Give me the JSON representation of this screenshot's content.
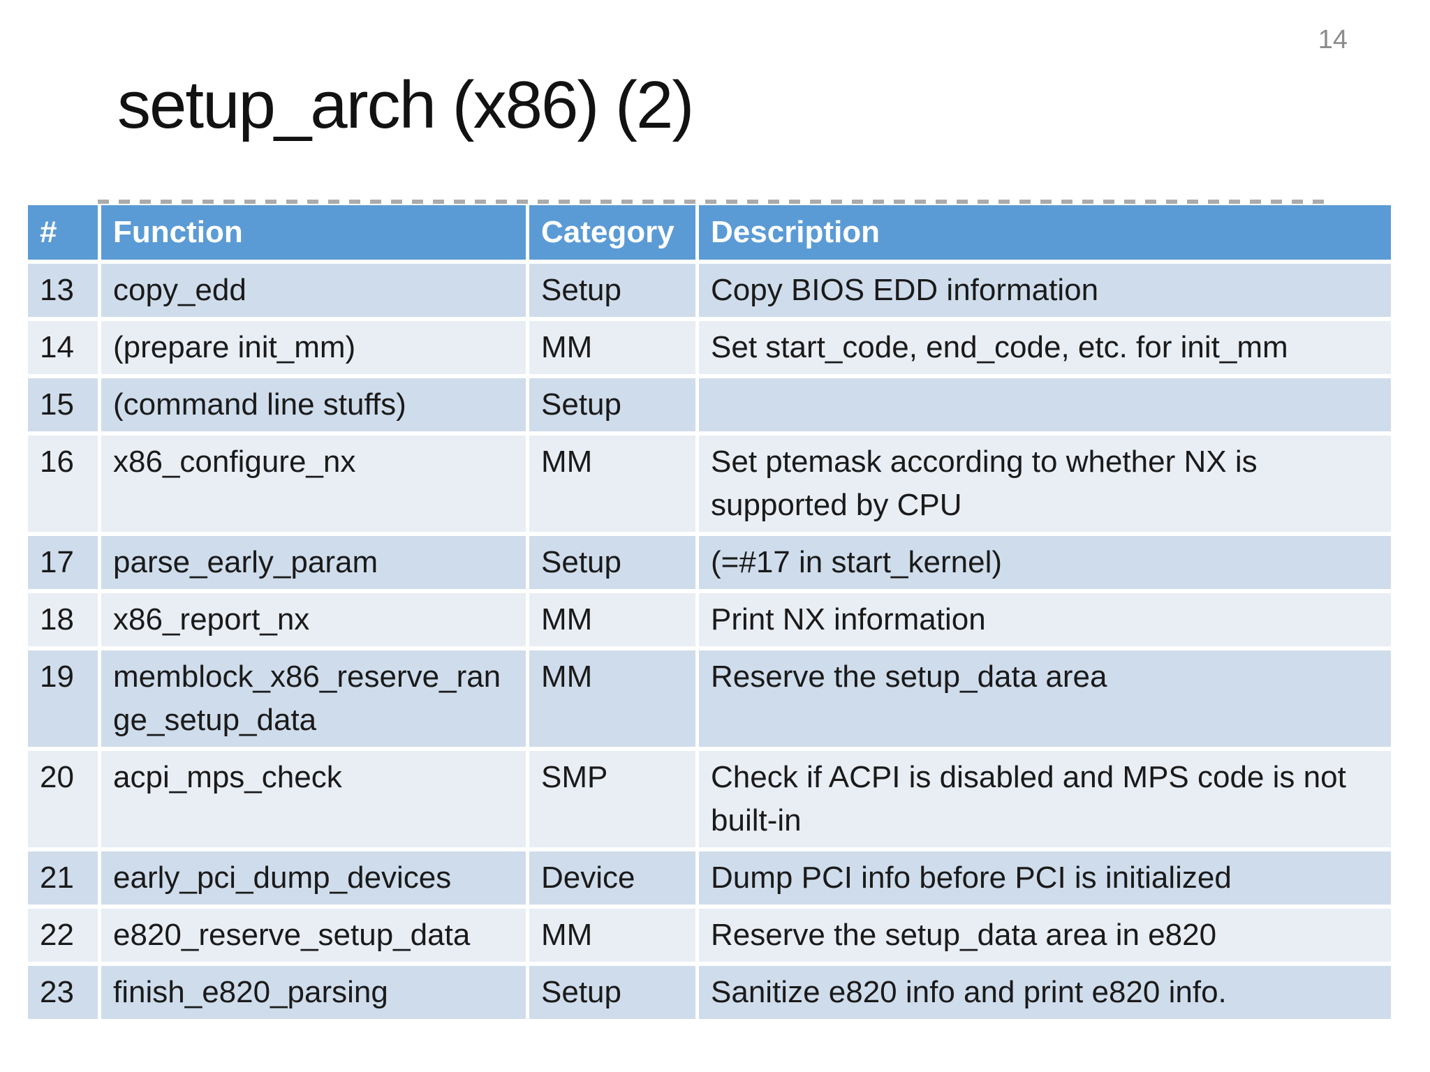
{
  "slide": {
    "page_number": "14",
    "title": "setup_arch (x86) (2)"
  },
  "table": {
    "columns": [
      "#",
      "Function",
      "Category",
      "Description"
    ],
    "rows": [
      {
        "num": "13",
        "function": "copy_edd",
        "category": "Setup",
        "description": "Copy BIOS EDD information"
      },
      {
        "num": "14",
        "function": "(prepare init_mm)",
        "category": "MM",
        "description": "Set start_code, end_code, etc. for init_mm"
      },
      {
        "num": "15",
        "function": "(command line stuffs)",
        "category": "Setup",
        "description": ""
      },
      {
        "num": "16",
        "function": "x86_configure_nx",
        "category": "MM",
        "description": "Set ptemask according to whether NX is supported by CPU"
      },
      {
        "num": "17",
        "function": "parse_early_param",
        "category": "Setup",
        "description": "(=#17 in start_kernel)"
      },
      {
        "num": "18",
        "function": "x86_report_nx",
        "category": "MM",
        "description": "Print NX information"
      },
      {
        "num": "19",
        "function": "memblock_x86_reserve_range_setup_data",
        "category": "MM",
        "description": "Reserve the setup_data area"
      },
      {
        "num": "20",
        "function": "acpi_mps_check",
        "category": "SMP",
        "description": "Check if ACPI is disabled and MPS code is not built-in"
      },
      {
        "num": "21",
        "function": "early_pci_dump_devices",
        "category": "Device",
        "description": "Dump PCI info before PCI is initialized"
      },
      {
        "num": "22",
        "function": "e820_reserve_setup_data",
        "category": "MM",
        "description": "Reserve the setup_data area in e820"
      },
      {
        "num": "23",
        "function": "finish_e820_parsing",
        "category": "Setup",
        "description": "Sanitize e820 info and print e820 info."
      }
    ]
  },
  "colors": {
    "background": "#ffffff",
    "header_bg": "#5b9bd5",
    "band_dark": "#cfdceb",
    "band_light": "#e9edf4",
    "page_number_gray": "#8c8c8c",
    "dash_gray": "#ababab"
  }
}
